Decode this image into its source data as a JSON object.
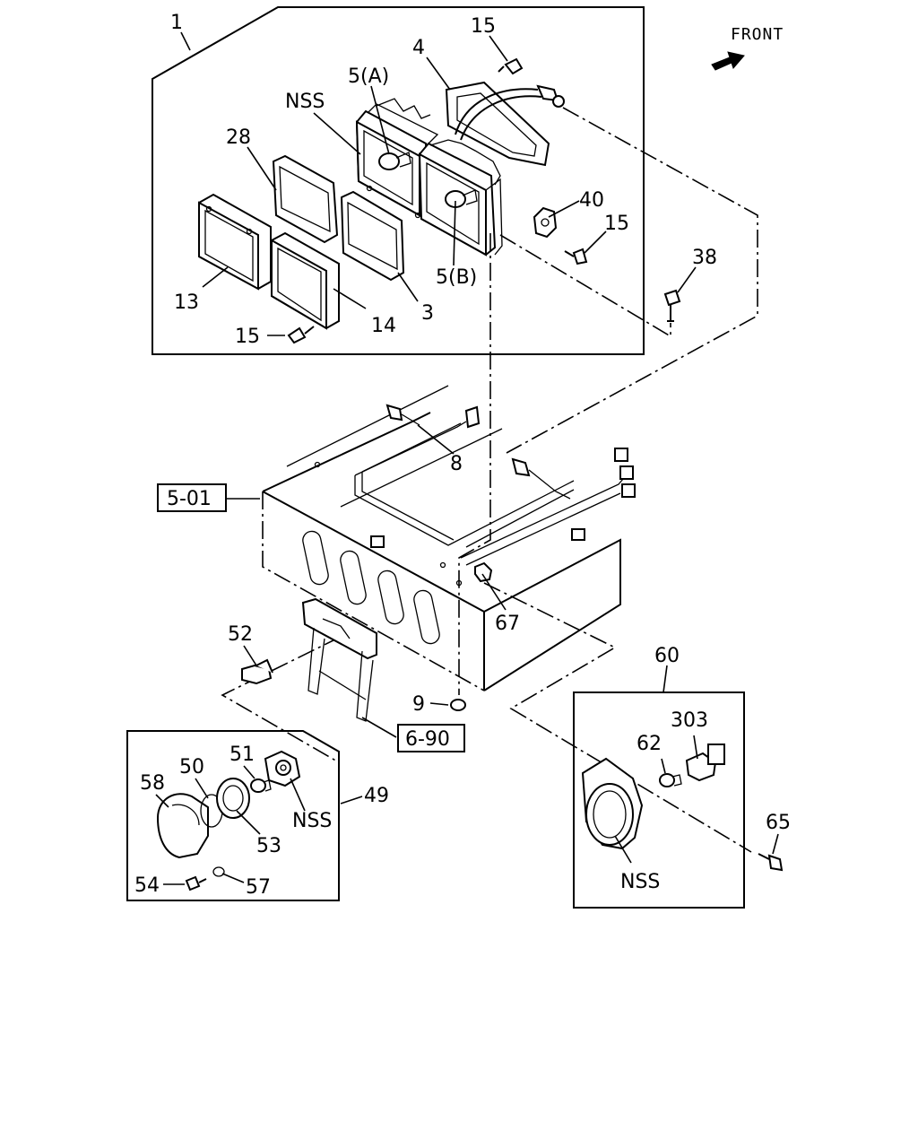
{
  "front_label": "FRONT",
  "callouts": {
    "c1": "1",
    "c15a": "15",
    "c4": "4",
    "c5a": "5(A)",
    "nss_top": "NSS",
    "c28": "28",
    "c40": "40",
    "c15b": "15",
    "c38": "38",
    "c13": "13",
    "c14": "14",
    "c3": "3",
    "c5b": "5(B)",
    "c15c": "15",
    "c8": "8",
    "ref501": "5-01",
    "c67": "67",
    "c52": "52",
    "c9": "9",
    "ref690": "6-90",
    "c60": "60",
    "c303": "303",
    "c62": "62",
    "c65": "65",
    "nss_right": "NSS",
    "c58": "58",
    "c50": "50",
    "c51": "51",
    "c49": "49",
    "nss_left": "NSS",
    "c53": "53",
    "c54": "54",
    "c57": "57"
  }
}
